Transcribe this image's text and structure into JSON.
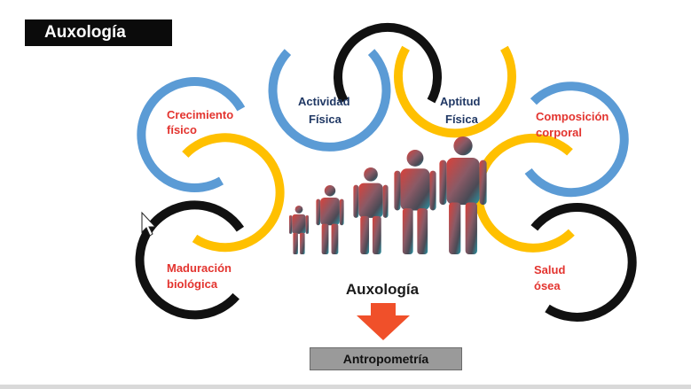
{
  "title": "Auxología",
  "center_label": "Auxología",
  "footer_label": "Antropometría",
  "colors": {
    "blue": "#5b9bd5",
    "gold": "#ffc000",
    "black": "#111111",
    "red_text": "#e3342f",
    "navy_text": "#203864",
    "arrow": "#f0502a"
  },
  "nodes": {
    "crecimiento": {
      "line1": "Crecimiento",
      "line2": "físico"
    },
    "actividad": {
      "line1": "Actividad",
      "line2": "Física"
    },
    "aptitud": {
      "line1": "Aptitud",
      "line2": "Física"
    },
    "composicion": {
      "line1": "Composición",
      "line2": "corporal"
    },
    "maduracion": {
      "line1": "Maduración",
      "line2": "biológica"
    },
    "salud": {
      "line1": "Salud",
      "line2": "ósea"
    }
  }
}
